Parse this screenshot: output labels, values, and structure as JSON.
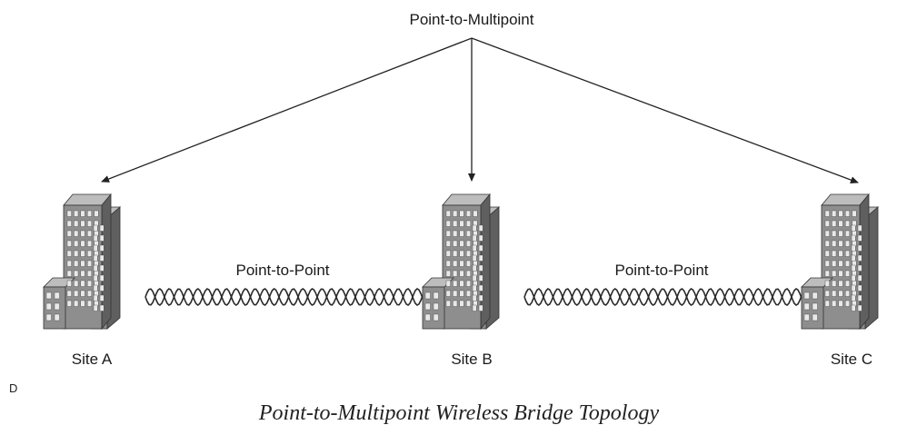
{
  "diagram": {
    "top_label": "Point-to-Multipoint",
    "link_labels": [
      "Point-to-Point",
      "Point-to-Point"
    ],
    "sites": [
      "Site A",
      "Site B",
      "Site C"
    ],
    "side_marker": "D",
    "caption": "Point-to-Multipoint Wireless Bridge Topology"
  },
  "colors": {
    "building_front": "#8e8e8e",
    "building_side": "#5f5f5f",
    "building_top": "#bdbdbd",
    "window": "#e9e9e9",
    "line": "#222222"
  }
}
